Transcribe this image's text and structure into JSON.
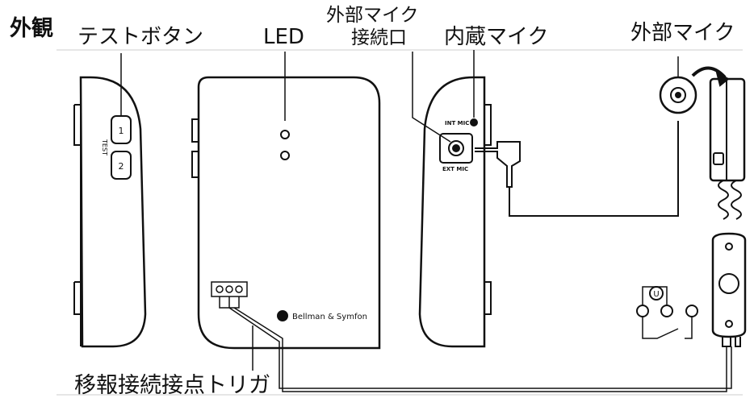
{
  "title": "外観",
  "labels": {
    "test_button": "テストボタン",
    "led": "LED",
    "ext_mic_jack_line1": "外部マイク",
    "ext_mic_jack_line2": "接続口",
    "internal_mic": "内蔵マイク",
    "external_mic": "外部マイク",
    "relay_trigger": "移報接続接点トリガ"
  },
  "device_text": {
    "btn1": "1",
    "btn2": "2",
    "test_side": "TEST",
    "int_mic": "INT MIC",
    "ext_mic": "EXT MIC",
    "brand": "Bellman & Symfon"
  }
}
